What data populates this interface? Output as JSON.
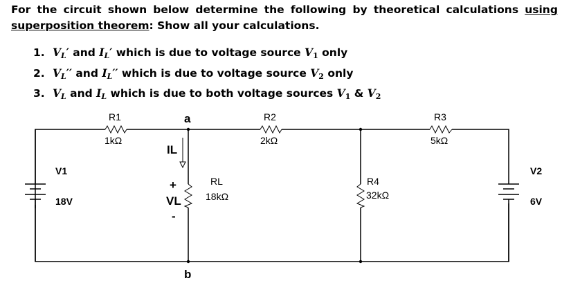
{
  "question": {
    "line1_words": [
      "For",
      "the",
      "circuit",
      "shown",
      "below",
      "determine",
      "the",
      "following",
      "by",
      "theoretical",
      "calculations"
    ],
    "line1_underlined": "using",
    "line2_underlined": "superposition theorem",
    "line2_rest": ": Show all your calculations."
  },
  "tasks": [
    {
      "num": "1.",
      "v": "V",
      "vsub": "L",
      "vprime": "′",
      "and": " and ",
      "i": "I",
      "isub": "L",
      "iprime": "′",
      "text": " which is due to voltage source ",
      "src": "V",
      "srcsub": "1",
      "tail": " only"
    },
    {
      "num": "2.",
      "v": "V",
      "vsub": "L",
      "vprime": "′′",
      "and": " and ",
      "i": "I",
      "isub": "L",
      "iprime": "′′",
      "text": " which is due to voltage source ",
      "src": "V",
      "srcsub": "2",
      "tail": " only"
    },
    {
      "num": "3.",
      "v": "V",
      "vsub": "L",
      "vprime": "",
      "and": " and ",
      "i": "I",
      "isub": "L",
      "iprime": "",
      "text": " which is due to both voltage sources ",
      "src": "V",
      "srcsub": "1",
      "tail": " & ",
      "src2": "V",
      "src2sub": "2"
    }
  ],
  "circuit": {
    "R1": {
      "name": "R1",
      "value": "1kΩ"
    },
    "R2": {
      "name": "R2",
      "value": "2kΩ"
    },
    "R3": {
      "name": "R3",
      "value": "5kΩ"
    },
    "R4": {
      "name": "R4",
      "value": "32kΩ"
    },
    "RL": {
      "name": "RL",
      "value": "18kΩ"
    },
    "V1": {
      "name": "V1",
      "value": "18V"
    },
    "V2": {
      "name": "V2",
      "value": "6V"
    },
    "node_a": "a",
    "node_b": "b",
    "IL": "IL",
    "VL": "VL",
    "plus": "+",
    "minus": "-"
  }
}
